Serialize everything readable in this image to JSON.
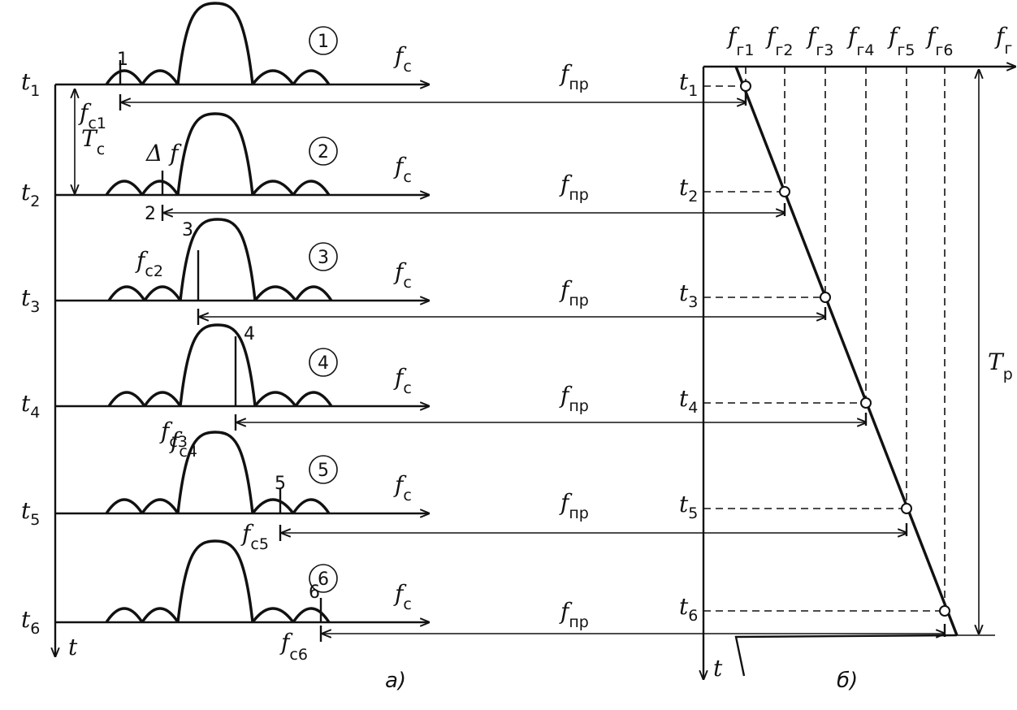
{
  "panel_a": {
    "caption": "a)",
    "axis_t_label": "t",
    "interval_label": "T",
    "interval_sub": "c",
    "delta_f": "Δ f",
    "rows": [
      {
        "t": "t",
        "t_sub": "1",
        "circle": "1",
        "marker": "1",
        "fc": "f",
        "fc_sub": "c1",
        "fs": "f",
        "fs_sub": "c",
        "fpr": "f",
        "fpr_sub": "пр"
      },
      {
        "t": "t",
        "t_sub": "2",
        "circle": "2",
        "marker": "2",
        "fc": "",
        "fc_sub": "",
        "fs": "f",
        "fs_sub": "c",
        "fpr": "f",
        "fpr_sub": "пр"
      },
      {
        "t": "t",
        "t_sub": "3",
        "circle": "3",
        "marker": "3",
        "fc": "f",
        "fc_sub": "c2",
        "fs": "f",
        "fs_sub": "c",
        "fpr": "f",
        "fpr_sub": "пр"
      },
      {
        "t": "t",
        "t_sub": "4",
        "circle": "4",
        "marker": "4",
        "fc": "f",
        "fc_sub": "c3",
        "fs": "f",
        "fs_sub": "c",
        "fpr": "f",
        "fpr_sub": "пр"
      },
      {
        "t": "t",
        "t_sub": "5",
        "circle": "5",
        "marker": "5",
        "fc": "f",
        "fc_sub": "c4",
        "fs": "f",
        "fs_sub": "c",
        "fpr": "f",
        "fpr_sub": "пр"
      },
      {
        "t": "t",
        "t_sub": "6",
        "circle": "6",
        "marker": "6",
        "fc": "f",
        "fc_sub": "c5",
        "fs": "f",
        "fs_sub": "c",
        "fpr": "f",
        "fpr_sub": "пр"
      }
    ],
    "fc_last": "f",
    "fc_last_sub": "c6"
  },
  "panel_b": {
    "caption": "б)",
    "axis_t_label": "t",
    "axis_f_label": "f",
    "axis_f_sub": "г",
    "period_label": "T",
    "period_sub": "р",
    "ticks": [
      {
        "f": "f",
        "sub": "г1"
      },
      {
        "f": "f",
        "sub": "г2"
      },
      {
        "f": "f",
        "sub": "г3"
      },
      {
        "f": "f",
        "sub": "г4"
      },
      {
        "f": "f",
        "sub": "г5"
      },
      {
        "f": "f",
        "sub": "г6"
      }
    ],
    "times": [
      {
        "t": "t",
        "sub": "1"
      },
      {
        "t": "t",
        "sub": "2"
      },
      {
        "t": "t",
        "sub": "3"
      },
      {
        "t": "t",
        "sub": "4"
      },
      {
        "t": "t",
        "sub": "5"
      },
      {
        "t": "t",
        "sub": "6"
      }
    ]
  }
}
